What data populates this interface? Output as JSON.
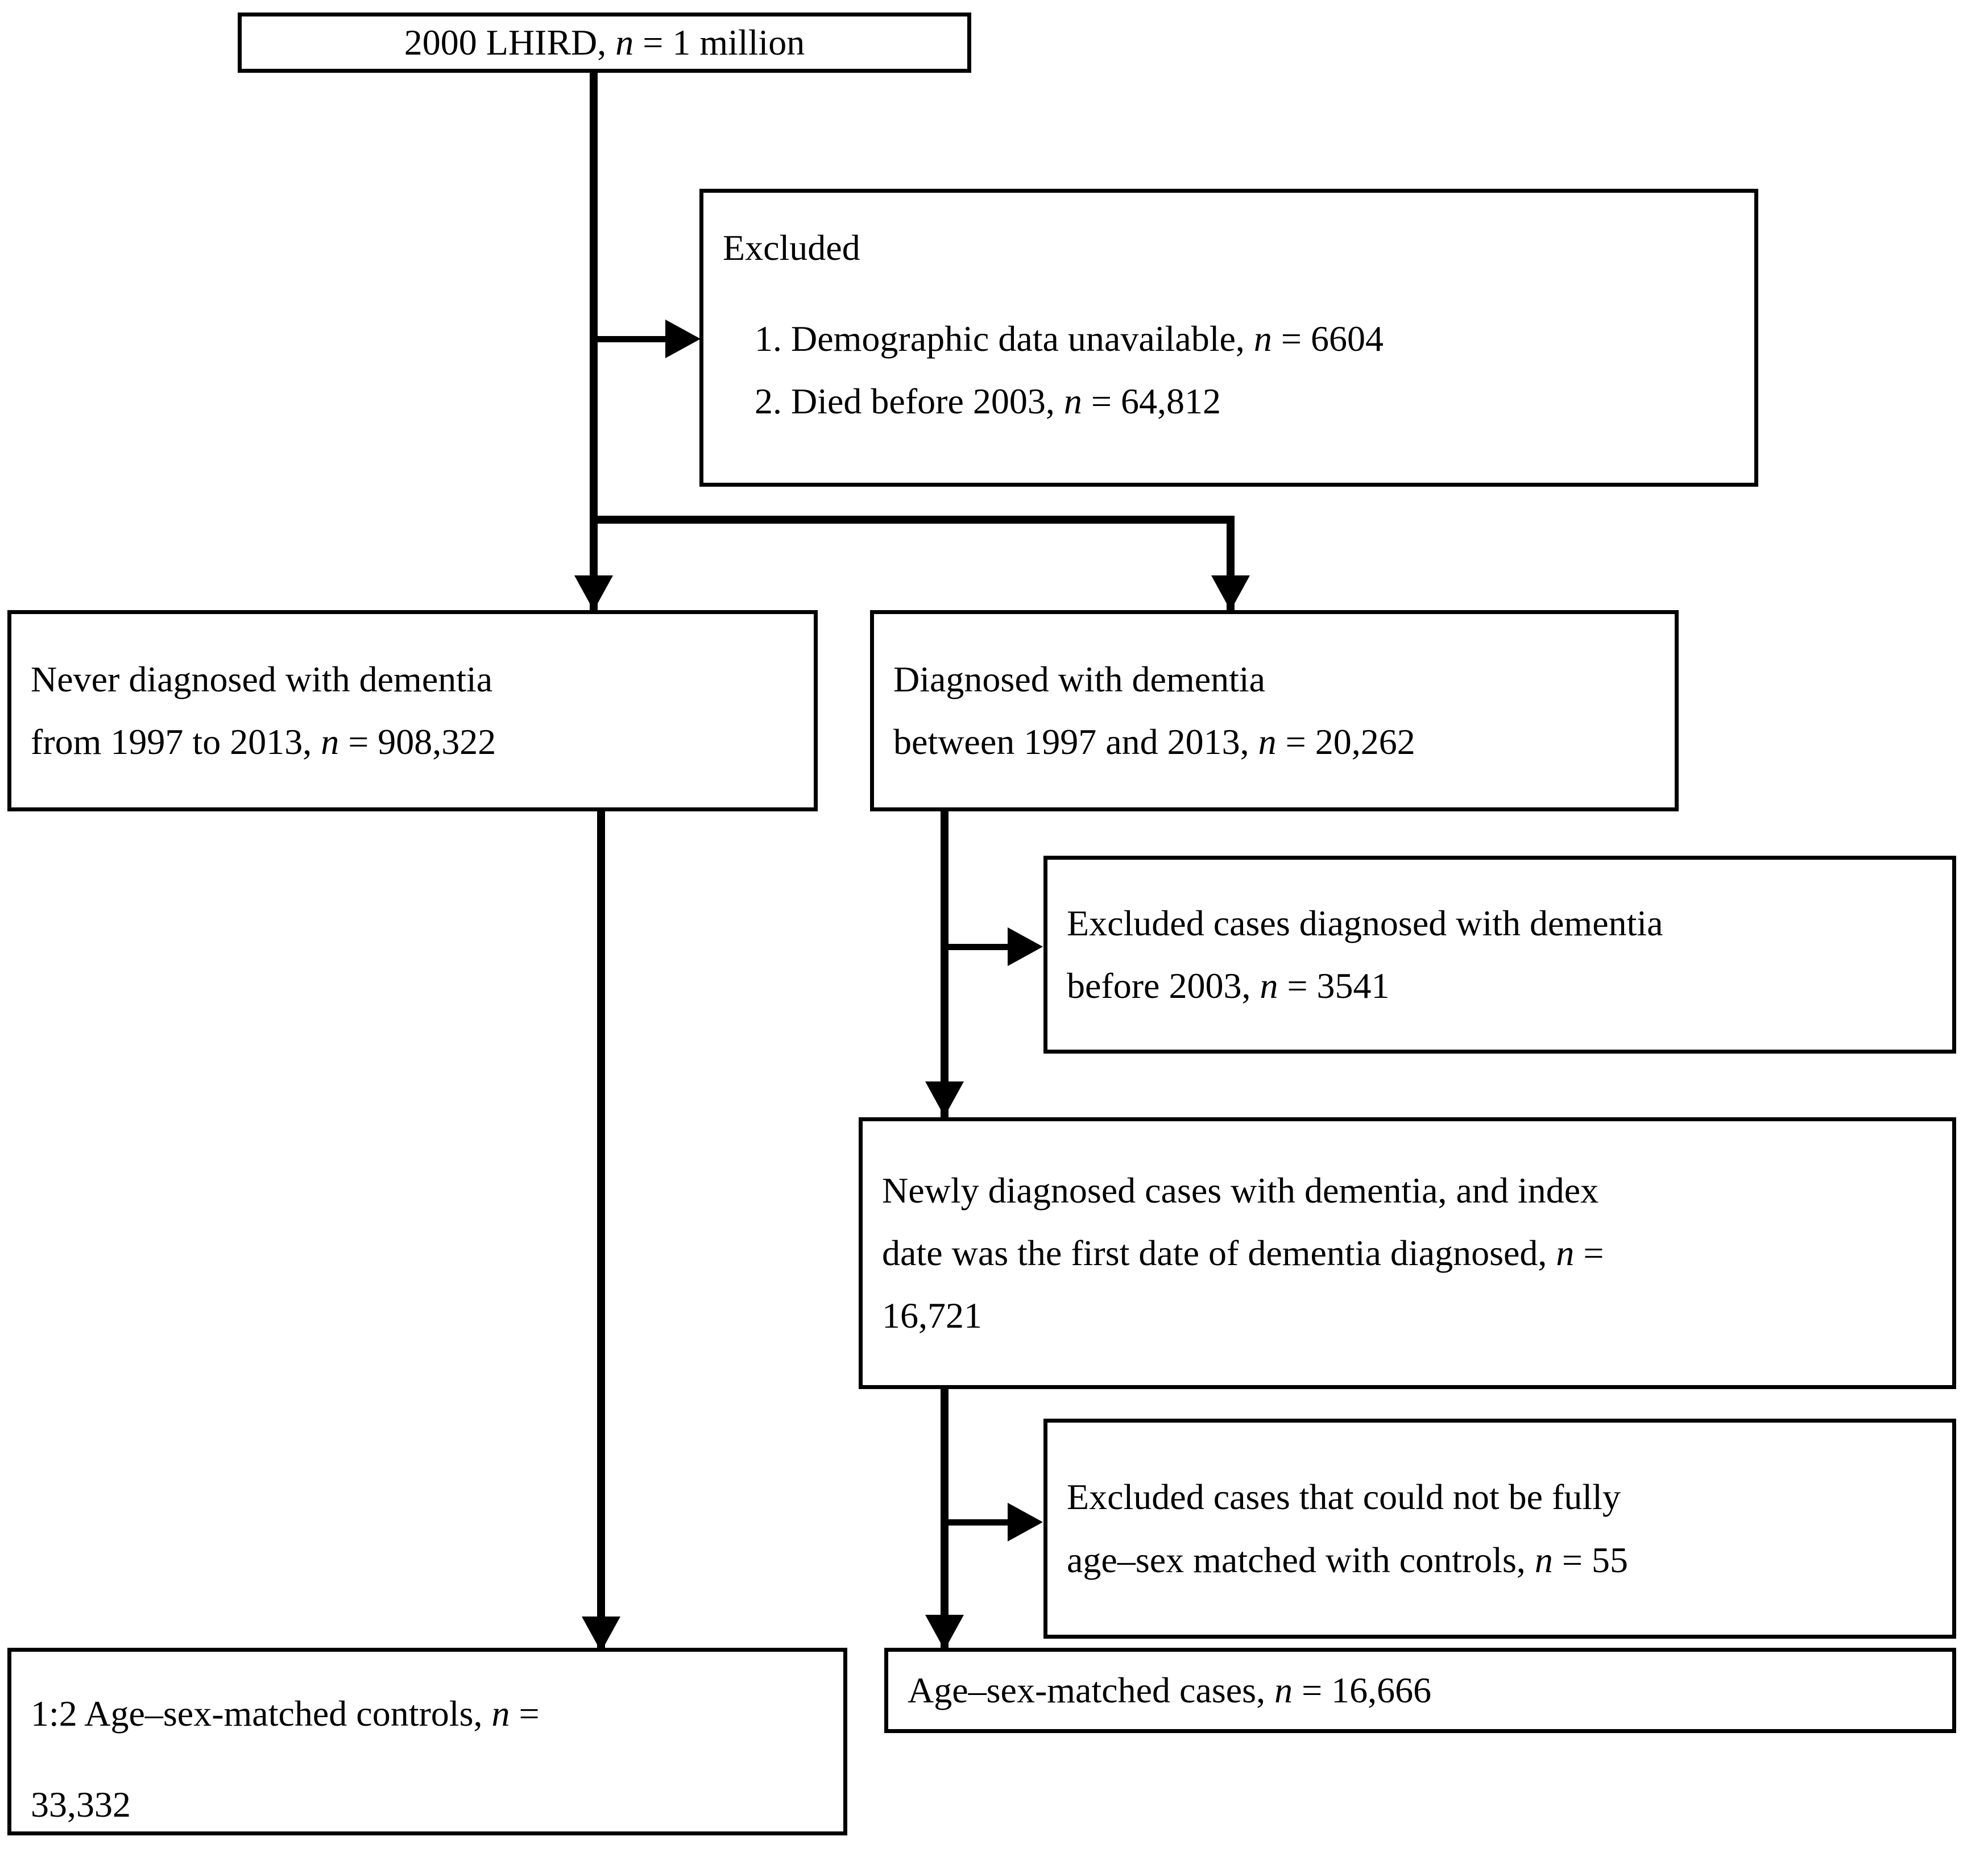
{
  "diagram": {
    "type": "flowchart",
    "title": "Study population selection flowchart",
    "orientation": "top-down",
    "colors": {
      "background": "#ffffff",
      "border": "#000000",
      "text": "#000000",
      "connector": "#000000"
    },
    "nodes": {
      "source_cohort": {
        "line1": "2000 LHIRD, n = 1 million"
      },
      "excluded_initial": {
        "heading": "Excluded",
        "item1": "1. Demographic data unavailable, n = 6604",
        "item2": "2. Died before 2003, n = 64,812"
      },
      "never_dementia": {
        "line1": "Never diagnosed with dementia",
        "line2": "from 1997 to 2013, n = 908,322"
      },
      "diagnosed_dementia": {
        "line1": "Diagnosed with dementia",
        "line2": "between 1997 and 2013, n = 20,262"
      },
      "excluded_before_2003": {
        "line1": "Excluded cases diagnosed with dementia",
        "line2": "before 2003, n = 3541"
      },
      "newly_diagnosed": {
        "line1": "Newly diagnosed cases with dementia, and index",
        "line2": "date was the first date of dementia diagnosed, n =",
        "line3": "16,721"
      },
      "excluded_unmatched": {
        "line1": "Excluded cases that could not be fully",
        "line2": "age–sex matched with controls, n = 55"
      },
      "matched_controls": {
        "line1": "1:2 Age–sex-matched controls, n =",
        "line2": "33,332"
      },
      "matched_cases": {
        "line1": "Age–sex-matched cases, n = 16,666"
      }
    },
    "edges": [
      {
        "from": "source_cohort",
        "to": "excluded_initial",
        "style": "elbow-right-arrow"
      },
      {
        "from": "source_cohort",
        "to": "never_dementia",
        "style": "straight-down-arrow"
      },
      {
        "from": "source_cohort",
        "to": "diagnosed_dementia",
        "style": "elbow-right-down-arrow"
      },
      {
        "from": "diagnosed_dementia",
        "to": "excluded_before_2003",
        "style": "elbow-right-arrow"
      },
      {
        "from": "diagnosed_dementia",
        "to": "newly_diagnosed",
        "style": "straight-down-arrow"
      },
      {
        "from": "newly_diagnosed",
        "to": "excluded_unmatched",
        "style": "elbow-right-arrow"
      },
      {
        "from": "newly_diagnosed",
        "to": "matched_cases",
        "style": "straight-down-arrow"
      },
      {
        "from": "never_dementia",
        "to": "matched_controls",
        "style": "straight-down-arrow"
      }
    ]
  }
}
